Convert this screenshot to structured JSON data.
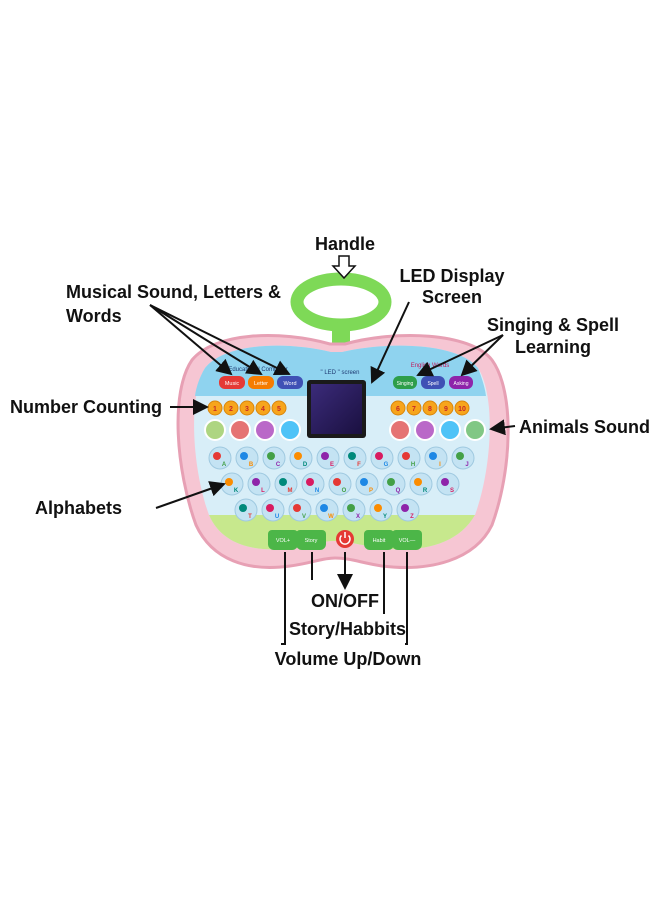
{
  "callouts": {
    "handle": "Handle",
    "led_line1": "LED Display",
    "led_line2": "Screen",
    "musical_line1": "Musical Sound, Letters &",
    "musical_line2": "Words",
    "singing_line1": "Singing & Spell",
    "singing_line2": "Learning",
    "number_counting": "Number Counting",
    "animals_sound": "Animals Sound",
    "alphabets": "Alphabets",
    "on_off": "ON/OFF",
    "story_habbits": "Story/Habbits",
    "volume": "Volume Up/Down"
  },
  "toy": {
    "panel_left_title": "Educational Computer",
    "panel_center_title": "\" LED \" screen",
    "panel_right_title": "English Words",
    "mode_buttons_left": [
      "Music",
      "Letter",
      "Word"
    ],
    "mode_buttons_right": [
      "Singing",
      "Spell",
      "Asking"
    ],
    "numbers_left": [
      "1",
      "2",
      "3",
      "4",
      "5"
    ],
    "numbers_right": [
      "6",
      "7",
      "8",
      "9",
      "10"
    ],
    "bottom_buttons": [
      "VOL+",
      "Story",
      "Habit",
      "VOL—"
    ],
    "letter_keys": [
      "A",
      "B",
      "C",
      "D",
      "E",
      "F",
      "G",
      "H",
      "I",
      "J",
      "K",
      "L",
      "M",
      "N",
      "O",
      "P",
      "Q",
      "R",
      "S",
      "T",
      "U",
      "V",
      "W",
      "X",
      "Y",
      "Z"
    ]
  },
  "colors": {
    "shell": "#f6c6d3",
    "shell_edge": "#e7a0b4",
    "panel_top": "#8fd3ef",
    "panel_body": "#d8eef8",
    "grass": "#c7e88d",
    "handle": "#7ed957",
    "screen": "#2a1d5e",
    "number_key": "#f7a51c",
    "bottom_key": "#4cb648",
    "power_key": "#e53935"
  }
}
